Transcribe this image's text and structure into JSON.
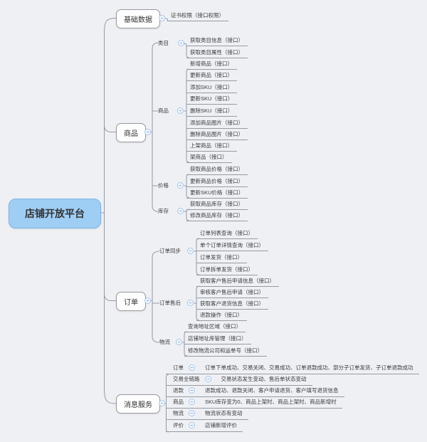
{
  "root": {
    "label": "店铺开放平台"
  },
  "branches": [
    {
      "label": "基础数据",
      "leaves": [
        "证书权限（接口权限）"
      ]
    },
    {
      "label": "商品",
      "groups": [
        {
          "label": "类目",
          "leaves": [
            "获取类目信息（接口）",
            "获取类目属性（接口）"
          ]
        },
        {
          "label": "商品",
          "leaves": [
            "新增商品（接口）",
            "更新商品（接口）",
            "添加SKU（接口）",
            "更新SKU（接口）",
            "删除SKU（接口）",
            "添加商品图片（接口）",
            "删除商品图片（接口）",
            "上架商品（接口）",
            "架商品（接口）"
          ]
        },
        {
          "label": "价格",
          "leaves": [
            "获取商品价格（接口）",
            "更新商品价格（接口）",
            "更新SKU价格（接口）"
          ]
        },
        {
          "label": "库存",
          "leaves": [
            "获取商品库存（接口）",
            "修改商品库存（接口）"
          ]
        }
      ]
    },
    {
      "label": "订单",
      "groups": [
        {
          "label": "订单同步",
          "leaves": [
            "订单列表查询（接口）",
            "单个订单详情查询（接口）",
            "订单发货（接口）",
            "订单拆单发货（接口）"
          ]
        },
        {
          "label": "订单售后",
          "leaves": [
            "获取客户售后申请信息（接口）",
            "审核客户售后申请（接口）",
            "获取客户退货信息（接口）",
            "退款操作（接口）"
          ]
        },
        {
          "label": "物流",
          "leaves": [
            "查询地址区域（接口）",
            "店铺地址库管理（接口）",
            "修改物流公司和运单号（接口）"
          ]
        }
      ]
    },
    {
      "label": "消息服务",
      "rows": [
        {
          "label": "订单",
          "content": "订单下单成功、交易关闭、交易成功、订单退款成功、部分子订单发货、子订单退款成功"
        },
        {
          "label": "交易全链路",
          "content": "交易状态发生变动、售后单状态变动"
        },
        {
          "label": "退款",
          "content": "退款成功、退款关闭、客户申请退货、客户填写退货信息"
        },
        {
          "label": "商品",
          "content": "SKU库存变为0、商品上架时、商品上架时、商品新增时"
        },
        {
          "label": "物流",
          "content": "物流状态有变动"
        },
        {
          "label": "评价",
          "content": "店铺新增评价"
        }
      ]
    }
  ],
  "icons": {
    "collapse": "minus-circle"
  },
  "colors": {
    "background": "#eef0f4",
    "root_fill": "#9fcef5",
    "root_border": "#7fb2e2",
    "node_fill": "#fdfdfd",
    "node_border": "#9a9a9a",
    "line": "#95999f",
    "collapse_ring": "#a8c6e8",
    "text": "#3a3a3a"
  }
}
